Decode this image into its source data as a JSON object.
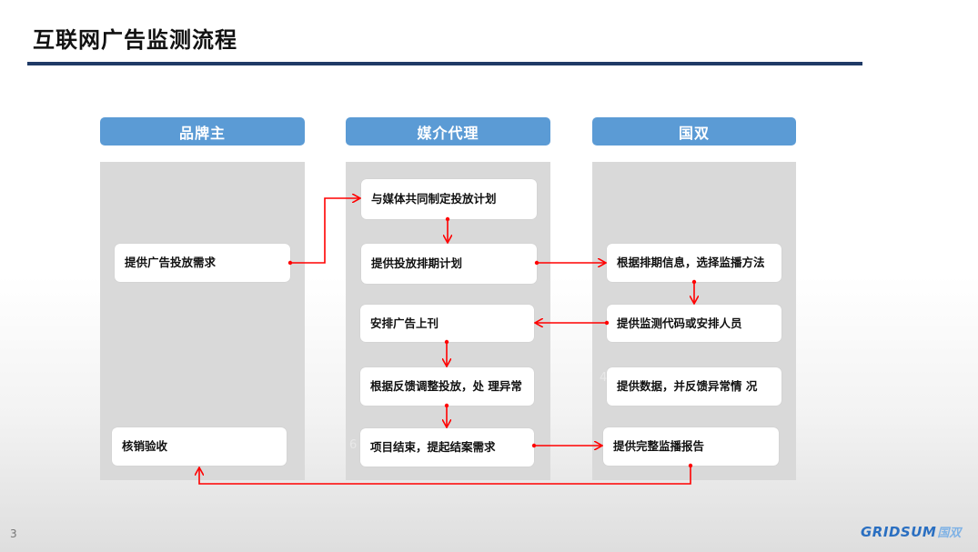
{
  "slide": {
    "title": "互联网广告监测流程",
    "page_number": "3"
  },
  "columns": [
    {
      "label": "品牌主"
    },
    {
      "label": "媒介代理"
    },
    {
      "label": "国双"
    }
  ],
  "boxes": {
    "brand_request": "提供广告投放需求",
    "brand_verify": "核销验收",
    "agency_plan": "与媒体共同制定投放计划",
    "agency_schedule": "提供投放排期计划",
    "agency_publish": "安排广告上刊",
    "agency_adjust": "根据反馈调整投放，处 理异常",
    "agency_end": "项目结束，提起结案需求",
    "gridsum_method": "根据排期信息，选择监播方法",
    "gridsum_code": "提供监测代码或安排人员",
    "gridsum_data": "提供数据，并反馈异常情 况",
    "gridsum_report": "提供完整监播报告"
  },
  "ghost_numbers": {
    "n4": "4",
    "n6": "6"
  },
  "logo": {
    "en": "GRIDSUM",
    "cn": "国双"
  },
  "colors": {
    "header_blue": "#5b9bd5",
    "rule_navy": "#1f3a66",
    "arrow_red": "#ff0000",
    "lane_gray": "#d9d9d9"
  }
}
